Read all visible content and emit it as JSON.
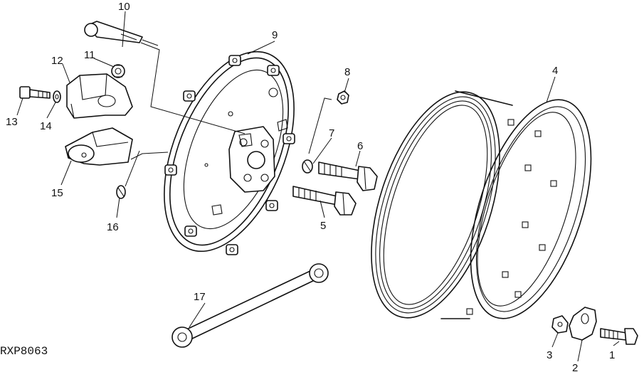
{
  "diagram": {
    "figure_code": "RXP8063",
    "callouts": {
      "c1": "1",
      "c2": "2",
      "c3": "3",
      "c4": "4",
      "c5": "5",
      "c6": "6",
      "c7": "7",
      "c8": "8",
      "c9": "9",
      "c10": "10",
      "c11": "11",
      "c12": "12",
      "c13": "13",
      "c14": "14",
      "c15": "15",
      "c16": "16",
      "c17": "17"
    }
  }
}
